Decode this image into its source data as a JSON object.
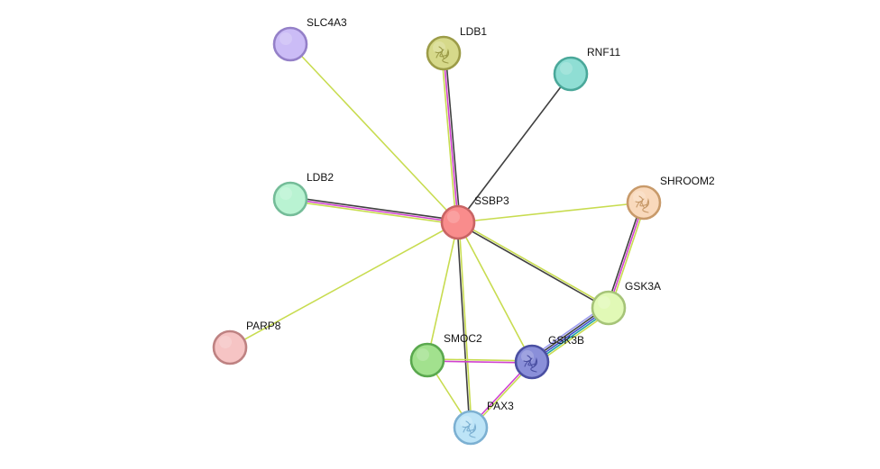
{
  "network": {
    "nodes": [
      {
        "id": "SSBP3",
        "label": "SSBP3",
        "fill": "#f98c8c",
        "stroke": "#c86464",
        "glyph": ""
      },
      {
        "id": "SLC4A3",
        "label": "SLC4A3",
        "fill": "#cbbcf6",
        "stroke": "#9480c8",
        "glyph": ""
      },
      {
        "id": "LDB1",
        "label": "LDB1",
        "fill": "#d6d98a",
        "stroke": "#9c9c48",
        "glyph": "protein-structure-icon"
      },
      {
        "id": "RNF11",
        "label": "RNF11",
        "fill": "#8fded4",
        "stroke": "#4aa89a",
        "glyph": ""
      },
      {
        "id": "LDB2",
        "label": "LDB2",
        "fill": "#b9f3d2",
        "stroke": "#74bc98",
        "glyph": ""
      },
      {
        "id": "SHROOM2",
        "label": "SHROOM2",
        "fill": "#f9d9bc",
        "stroke": "#c89a6a",
        "glyph": "protein-structure-icon"
      },
      {
        "id": "GSK3A",
        "label": "GSK3A",
        "fill": "#e1f9b6",
        "stroke": "#a6c478",
        "glyph": ""
      },
      {
        "id": "PARP8",
        "label": "PARP8",
        "fill": "#f6c4c4",
        "stroke": "#be8282",
        "glyph": ""
      },
      {
        "id": "SMOC2",
        "label": "SMOC2",
        "fill": "#a2e18e",
        "stroke": "#5aa84e",
        "glyph": ""
      },
      {
        "id": "GSK3B",
        "label": "GSK3B",
        "fill": "#8a8fd9",
        "stroke": "#4a4fa2",
        "glyph": "protein-structure-icon"
      },
      {
        "id": "PAX3",
        "label": "PAX3",
        "fill": "#bde4f7",
        "stroke": "#7cb0d2",
        "glyph": "protein-structure-icon"
      }
    ],
    "edges": [
      {
        "source": "SSBP3",
        "target": "SLC4A3",
        "colors": [
          "#c8dc50"
        ]
      },
      {
        "source": "SSBP3",
        "target": "LDB1",
        "colors": [
          "#c8dc50",
          "#d040d0",
          "#404040"
        ]
      },
      {
        "source": "SSBP3",
        "target": "RNF11",
        "colors": [
          "#404040"
        ]
      },
      {
        "source": "SSBP3",
        "target": "LDB2",
        "colors": [
          "#c8dc50",
          "#d040d0",
          "#404040"
        ]
      },
      {
        "source": "SSBP3",
        "target": "SHROOM2",
        "colors": [
          "#c8dc50"
        ]
      },
      {
        "source": "SSBP3",
        "target": "GSK3A",
        "colors": [
          "#c8dc50",
          "#404040"
        ]
      },
      {
        "source": "SSBP3",
        "target": "PARP8",
        "colors": [
          "#c8dc50"
        ]
      },
      {
        "source": "SSBP3",
        "target": "SMOC2",
        "colors": [
          "#c8dc50"
        ]
      },
      {
        "source": "SSBP3",
        "target": "GSK3B",
        "colors": [
          "#c8dc50"
        ]
      },
      {
        "source": "SSBP3",
        "target": "PAX3",
        "colors": [
          "#c8dc50",
          "#404040"
        ]
      },
      {
        "source": "SHROOM2",
        "target": "GSK3A",
        "colors": [
          "#c8dc50",
          "#d040d0",
          "#404040"
        ]
      },
      {
        "source": "GSK3A",
        "target": "GSK3B",
        "colors": [
          "#c8dc50",
          "#20a0a0",
          "#4050d0",
          "#404040",
          "#9c9cf0"
        ]
      },
      {
        "source": "SMOC2",
        "target": "GSK3B",
        "colors": [
          "#c8dc50",
          "#d040d0"
        ]
      },
      {
        "source": "SMOC2",
        "target": "PAX3",
        "colors": [
          "#c8dc50"
        ]
      },
      {
        "source": "GSK3B",
        "target": "PAX3",
        "colors": [
          "#c8dc50",
          "#d040d0"
        ]
      }
    ]
  }
}
